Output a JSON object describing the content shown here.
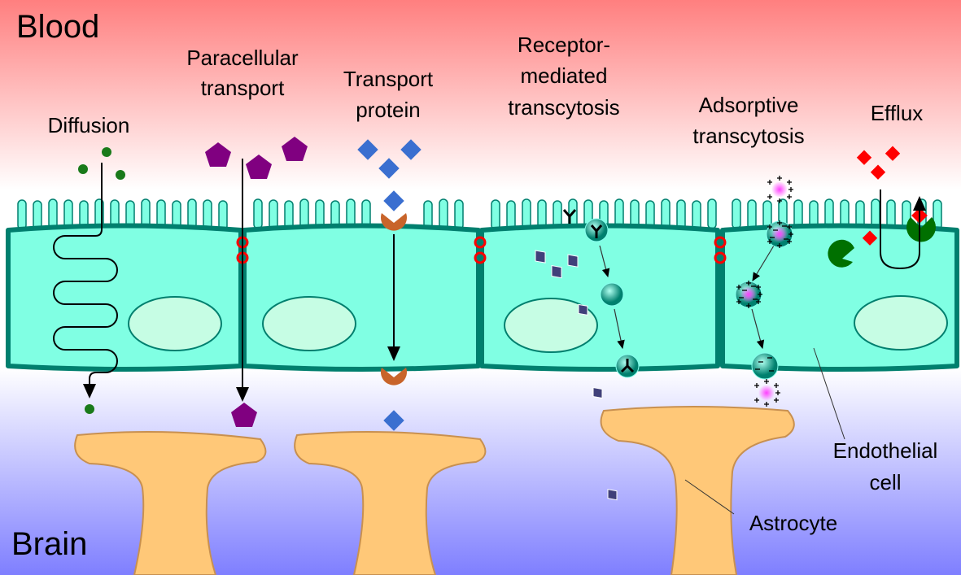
{
  "regions": {
    "top": "Blood",
    "bottom": "Brain"
  },
  "mechanisms": [
    {
      "name": "diffusion",
      "lines": [
        "Diffusion"
      ]
    },
    {
      "name": "paracellular",
      "lines": [
        "Paracellular",
        "transport"
      ]
    },
    {
      "name": "transport-protein",
      "lines": [
        "Transport",
        "protein"
      ]
    },
    {
      "name": "receptor-mediated",
      "lines": [
        "Receptor-",
        "mediated",
        "transcytosis"
      ]
    },
    {
      "name": "adsorptive",
      "lines": [
        "Adsorptive",
        "transcytosis"
      ]
    },
    {
      "name": "efflux",
      "lines": [
        "Efflux"
      ]
    }
  ],
  "labels": {
    "endothelial": [
      "Endothelial",
      "cell"
    ],
    "astrocyte": "Astrocyte"
  },
  "colors": {
    "blood": "#ff7f7f",
    "brain": "#8080ff",
    "cell": "#80ffe3",
    "cell_border": "#007f6e",
    "nucleus": "#c6fde4",
    "astrocyte": "#ffc878",
    "diffusion_molecule": "#1a7a1a",
    "paracellular_molecule": "#800080",
    "transport_molecule": "#3a6fd0",
    "transporter": "#c8642a",
    "efflux_molecule": "#ff0000",
    "efflux_pump": "#007000",
    "junction": "#ff0000"
  }
}
